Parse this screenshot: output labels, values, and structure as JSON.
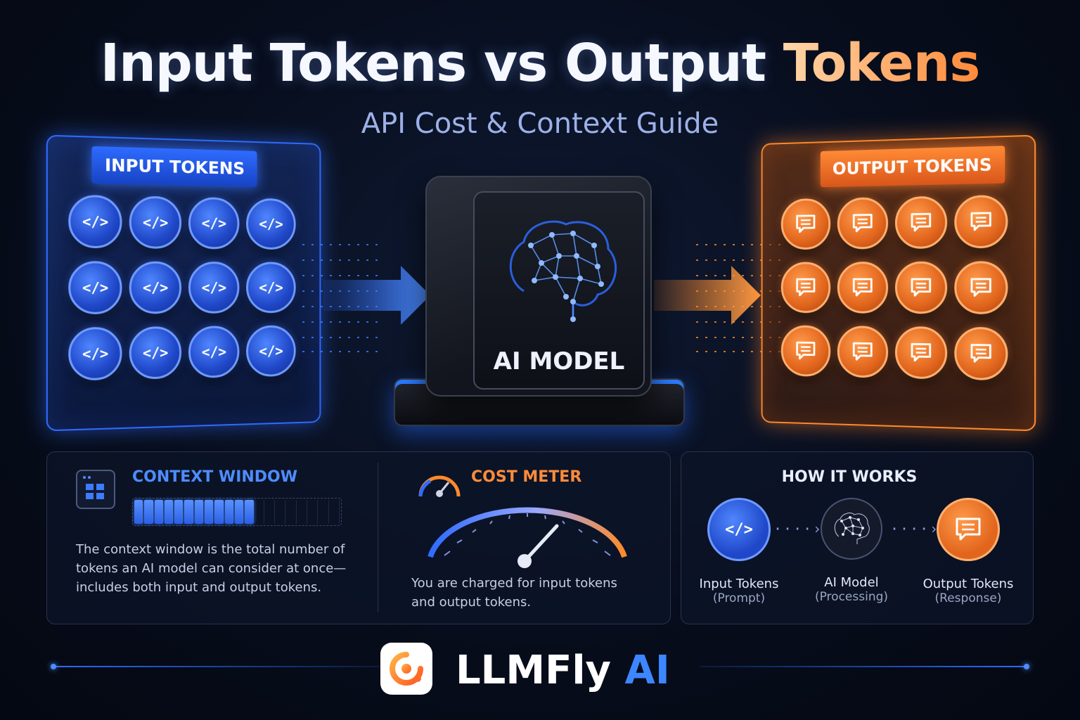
{
  "title": {
    "part1": "Input Tokens",
    "part2": "vs",
    "part3": "Output",
    "part4": "Tokens"
  },
  "subtitle": "API Cost & Context Guide",
  "input_panel": {
    "tag": "INPUT TOKENS",
    "token_glyph": "</>",
    "token_count": 12,
    "color": "#2f6bff"
  },
  "output_panel": {
    "tag": "OUTPUT TOKENS",
    "token_icon": "chat-bubble-icon",
    "token_count": 12,
    "color": "#ff8a2a"
  },
  "model": {
    "label": "AI MODEL",
    "icon": "brain-network-icon"
  },
  "context_window": {
    "title": "CONTEXT WINDOW",
    "icon": "window-grid-icon",
    "fill_fraction": 0.6,
    "description": "The context window is the total number of tokens an AI model can consider at once—includes both input and output tokens."
  },
  "cost_meter": {
    "title": "COST METER",
    "icon": "gauge-icon",
    "description": "You are charged for input tokens and output tokens."
  },
  "how_it_works": {
    "title": "HOW IT WORKS",
    "steps": [
      {
        "label": "Input Tokens",
        "sub": "(Prompt)",
        "icon": "code-icon"
      },
      {
        "label": "AI Model",
        "sub": "(Processing)",
        "icon": "brain-network-icon"
      },
      {
        "label": "Output Tokens",
        "sub": "(Response)",
        "icon": "chat-bubble-icon"
      }
    ]
  },
  "brand": {
    "name": "LLMFly",
    "suffix": "AI"
  },
  "colors": {
    "accent_blue": "#2f6bff",
    "accent_orange": "#ff8a2a",
    "background": "#070d1c"
  }
}
